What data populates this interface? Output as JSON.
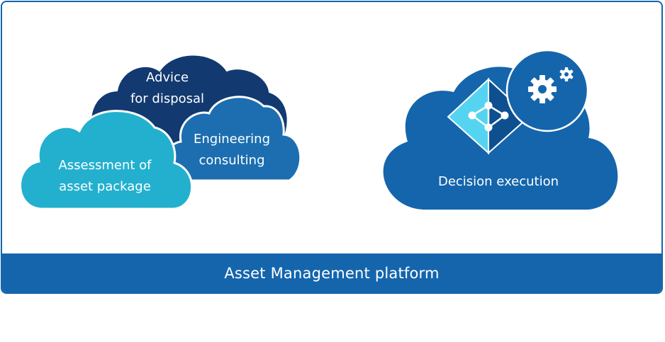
{
  "platform": {
    "label": "Asset Management platform"
  },
  "clouds": {
    "advice": {
      "line1": "Advice",
      "line2": "for disposal",
      "color": "#123a70"
    },
    "engineering": {
      "line1": "Engineering",
      "line2": "consulting",
      "color": "#1c6eb0"
    },
    "assessment": {
      "line1": "Assessment of",
      "line2": "asset package",
      "color": "#23b0cf"
    },
    "decision": {
      "label": "Decision execution",
      "color": "#1565ac"
    }
  },
  "icons": {
    "network": "network-diamond-icon",
    "gears": "gears-icon"
  },
  "colors": {
    "frame": "#1565ac",
    "icon_light": "#55d4f2",
    "icon_dark": "#0e4f8f"
  }
}
